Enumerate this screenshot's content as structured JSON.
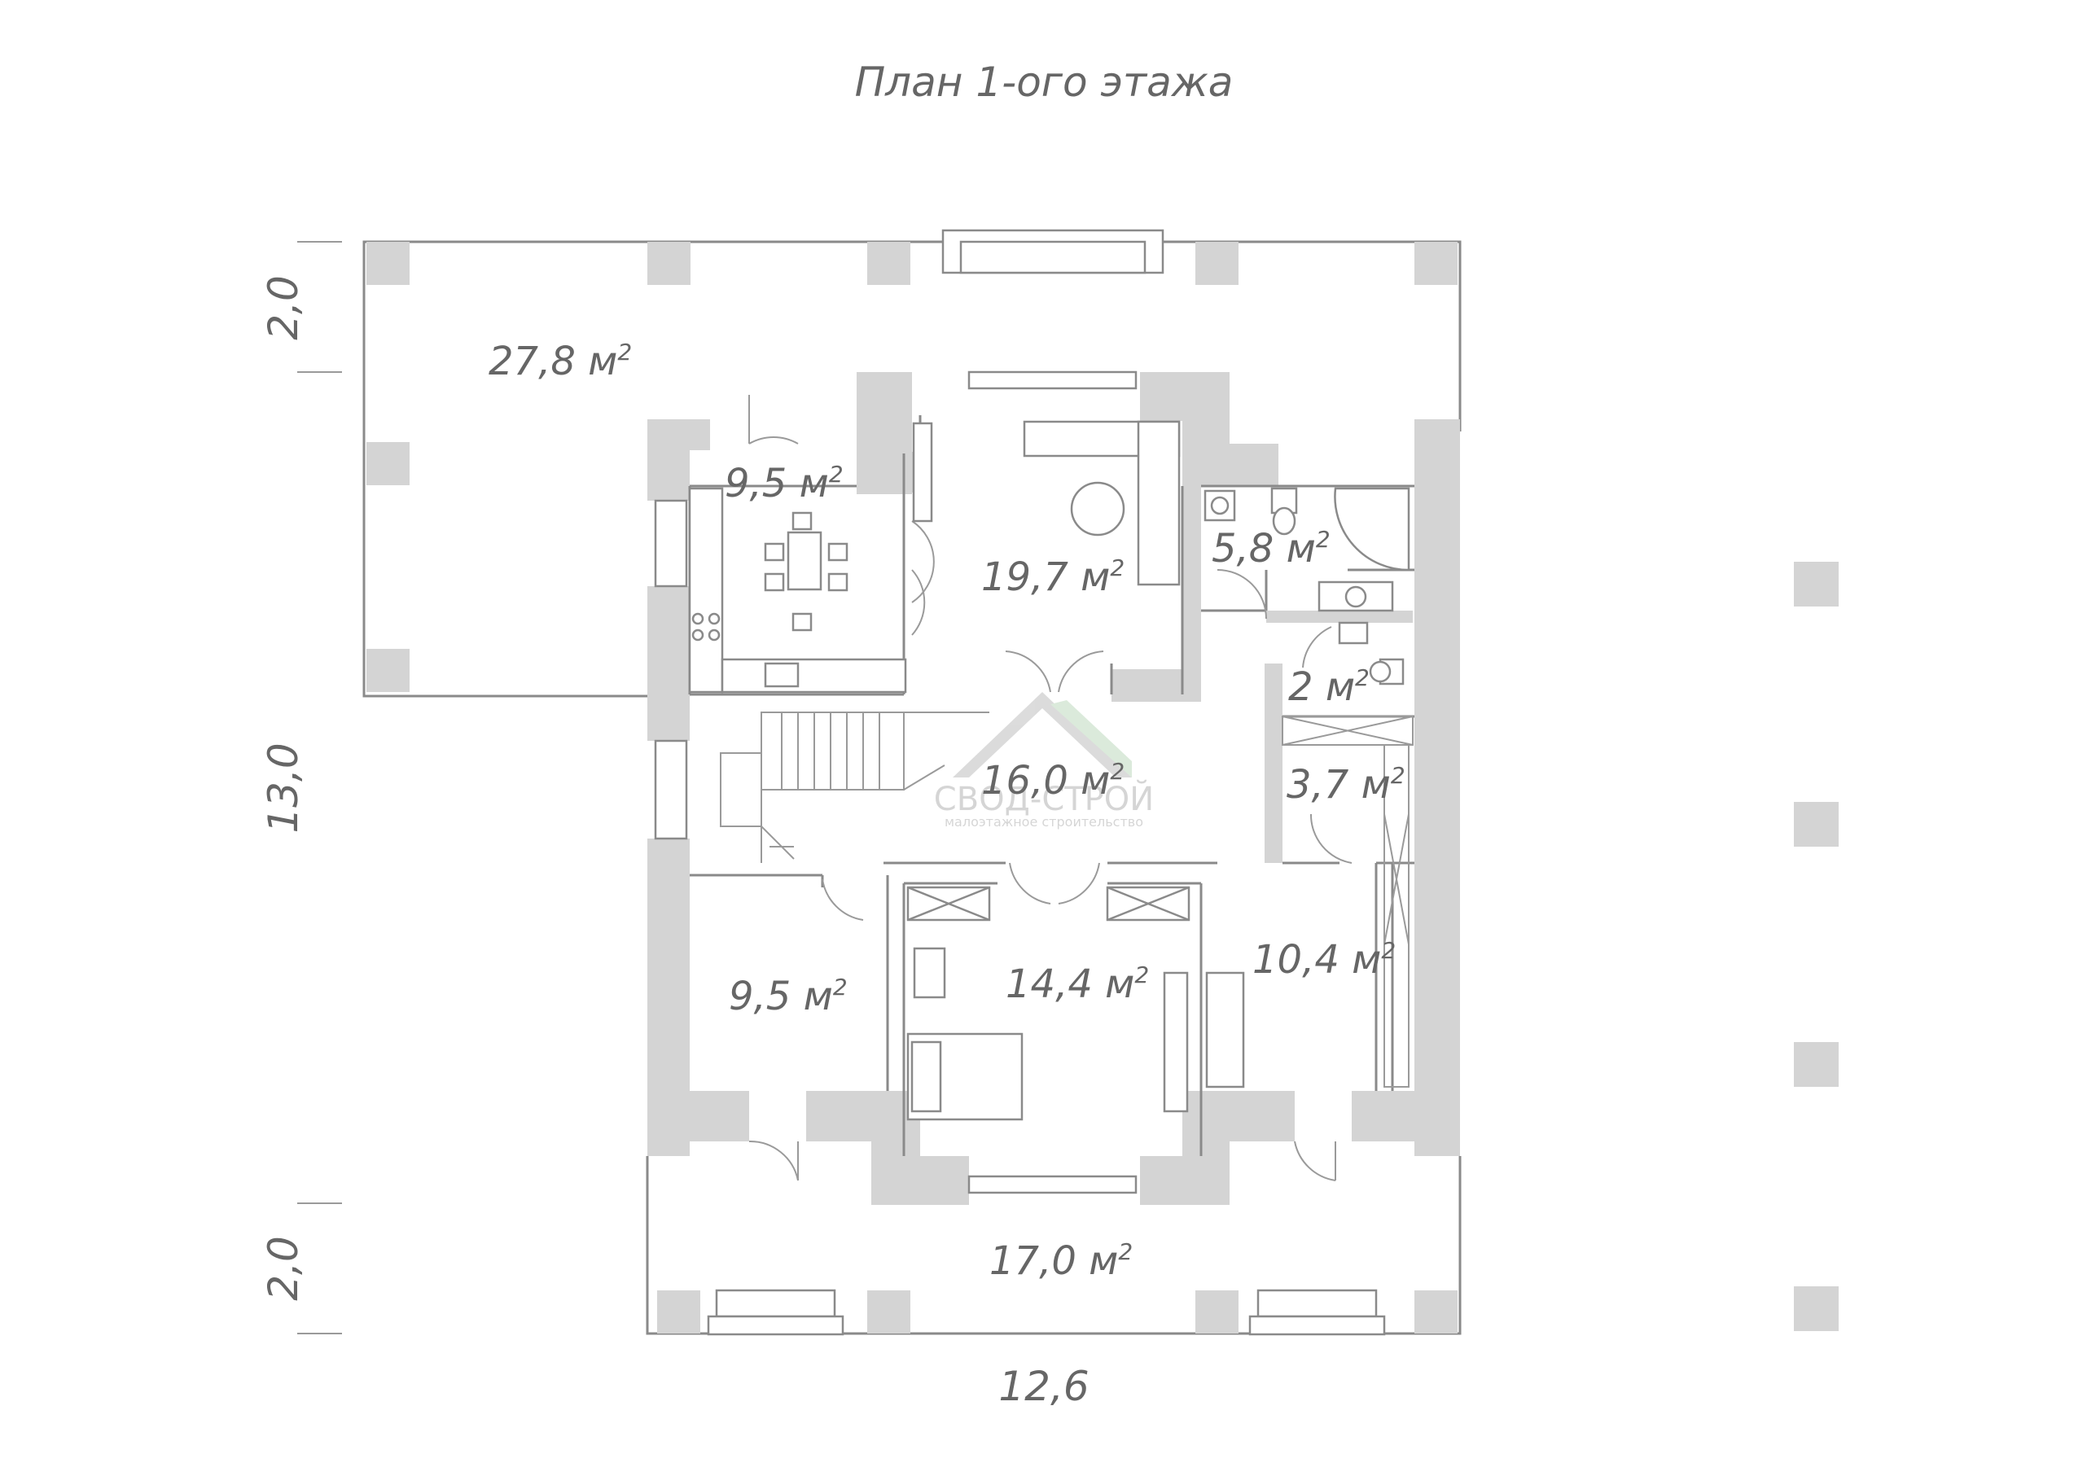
{
  "title": "План 1-ого этажа",
  "area_unit": "м",
  "area_unit_exp": "2",
  "rooms": [
    {
      "id": "terrace-left",
      "area": "27,8"
    },
    {
      "id": "kitchen",
      "area": "9,5"
    },
    {
      "id": "living",
      "area": "19,7"
    },
    {
      "id": "bathroom",
      "area": "5,8"
    },
    {
      "id": "wc",
      "area": "2"
    },
    {
      "id": "hall",
      "area": "16,0"
    },
    {
      "id": "closet",
      "area": "3,7"
    },
    {
      "id": "corridor",
      "area": "10,4"
    },
    {
      "id": "room-left",
      "area": "9,5"
    },
    {
      "id": "bedroom",
      "area": "14,4"
    },
    {
      "id": "porch",
      "area": "17,0"
    }
  ],
  "dimensions": {
    "top_left": "2,0",
    "middle_left": "13,0",
    "bottom_left": "2,0",
    "bottom": "12,6"
  },
  "watermark": {
    "name": "СВОД-СТРОЙ",
    "tagline": "малоэтажное строительство"
  }
}
